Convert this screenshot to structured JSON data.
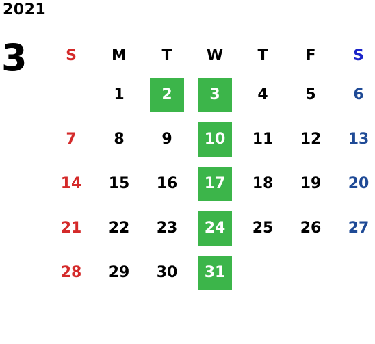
{
  "calendar": {
    "year": "2021",
    "month": "3",
    "weekdays": [
      "S",
      "M",
      "T",
      "W",
      "T",
      "F",
      "S"
    ],
    "weeks": [
      [
        "",
        "1",
        "2",
        "3",
        "4",
        "5",
        "6"
      ],
      [
        "7",
        "8",
        "9",
        "10",
        "11",
        "12",
        "13"
      ],
      [
        "14",
        "15",
        "16",
        "17",
        "18",
        "19",
        "20"
      ],
      [
        "21",
        "22",
        "23",
        "24",
        "25",
        "26",
        "27"
      ],
      [
        "28",
        "29",
        "30",
        "31",
        "",
        "",
        ""
      ]
    ],
    "highlighted_days": [
      "2",
      "3",
      "10",
      "17",
      "24",
      "31"
    ],
    "colors": {
      "sunday": "#d42a2a",
      "saturday_header": "#1a23c9",
      "saturday": "#1f4a96",
      "highlight": "#3cb54a"
    }
  }
}
